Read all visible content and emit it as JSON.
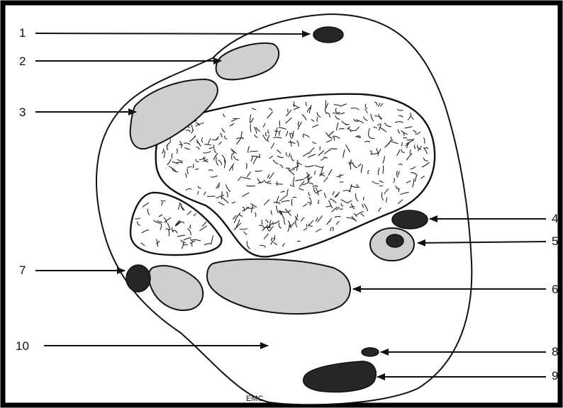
{
  "labels": {
    "l1": "1",
    "l2": "2",
    "l3": "3",
    "l4": "4",
    "l5": "5",
    "l6": "6",
    "l7": "7",
    "l8": "8",
    "l9": "9",
    "l10": "10"
  },
  "credit": "EMC",
  "colors": {
    "border": "#000000",
    "tendon_fill": "#cfcfcf",
    "vessel_fill": "#262626",
    "line": "#111111"
  }
}
